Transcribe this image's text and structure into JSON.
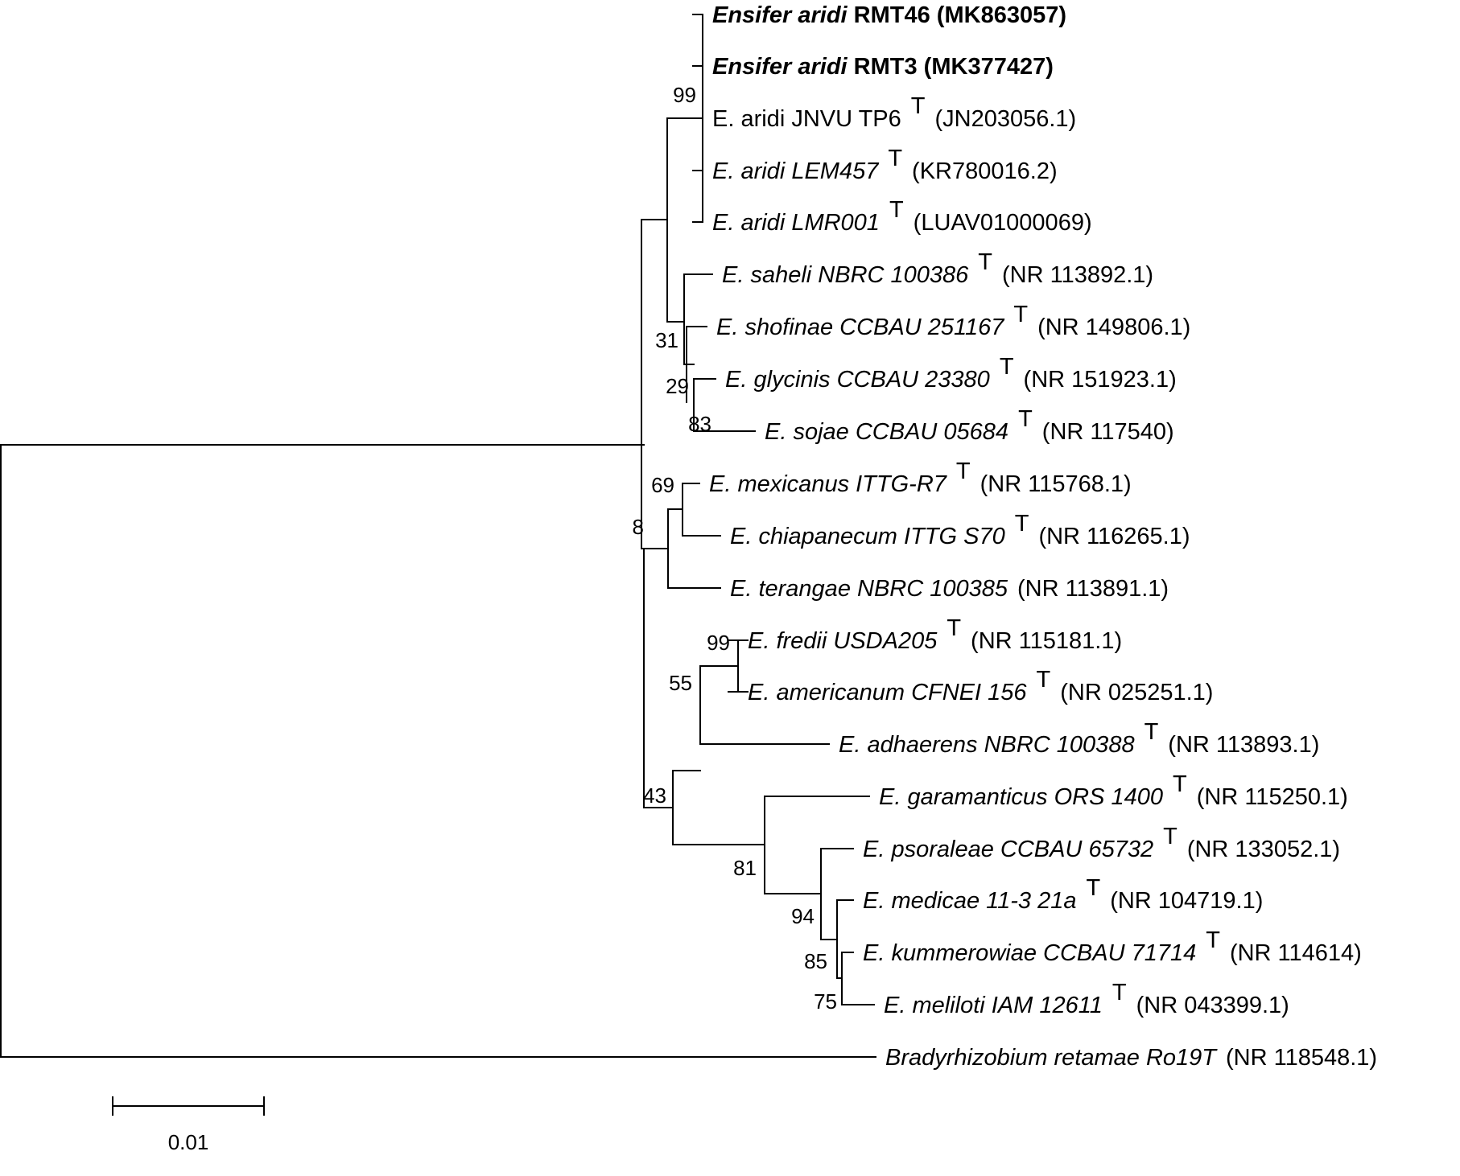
{
  "tree": {
    "leaves": [
      {
        "segments": [
          {
            "text": "Ensifer aridi",
            "italic": true,
            "bold": true
          },
          {
            "text": " RMT46 (MK863057)",
            "bold": true
          }
        ],
        "type_strain": false
      },
      {
        "segments": [
          {
            "text": "Ensifer aridi",
            "italic": true,
            "bold": true
          },
          {
            "text": " RMT3 (MK377427)",
            "bold": true
          }
        ],
        "type_strain": false
      },
      {
        "segments": [
          {
            "text": "E. aridi JNVU TP6"
          }
        ],
        "type_strain": true,
        "type_marker": "T",
        "accession": "(JN203056.1)"
      },
      {
        "segments": [
          {
            "text": "E. aridi LEM457",
            "italic": true
          }
        ],
        "type_strain": true,
        "type_marker": "T",
        "accession": "(KR780016.2)"
      },
      {
        "segments": [
          {
            "text": "E. aridi LMR001",
            "italic": true
          }
        ],
        "type_strain": true,
        "type_marker": "T",
        "accession": "(LUAV01000069)"
      },
      {
        "segments": [
          {
            "text": "E. saheli NBRC 100386",
            "italic": true
          }
        ],
        "type_strain": true,
        "type_marker": "T",
        "accession": "(NR 113892.1)"
      },
      {
        "segments": [
          {
            "text": "E. shofinae  CCBAU 251167",
            "italic": true
          }
        ],
        "type_strain": true,
        "type_marker": "T",
        "accession": "(NR 149806.1)"
      },
      {
        "segments": [
          {
            "text": "E. glycinis  CCBAU 23380",
            "italic": true
          }
        ],
        "type_strain": true,
        "type_marker": "T",
        "accession": "(NR 151923.1)"
      },
      {
        "segments": [
          {
            "text": "E. sojae CCBAU 05684",
            "italic": true
          }
        ],
        "type_strain": true,
        "type_marker": "T",
        "accession": "(NR 117540)"
      },
      {
        "segments": [
          {
            "text": "E. mexicanus ITTG-R7",
            "italic": true
          }
        ],
        "type_strain": true,
        "type_marker": "T",
        "accession": "(NR 115768.1)"
      },
      {
        "segments": [
          {
            "text": "E. chiapanecum ITTG S70",
            "italic": true
          }
        ],
        "type_strain": true,
        "type_marker": "T",
        "accession": "(NR 116265.1)"
      },
      {
        "segments": [
          {
            "text": "E. terangae NBRC 100385",
            "italic": true
          }
        ],
        "type_strain": false,
        "accession": "(NR 113891.1)"
      },
      {
        "segments": [
          {
            "text": "E. fredii  USDA205",
            "italic": true
          }
        ],
        "type_strain": true,
        "type_marker": "T",
        "accession": "(NR 115181.1)"
      },
      {
        "segments": [
          {
            "text": "E. americanum  CFNEI 156",
            "italic": true
          }
        ],
        "type_strain": true,
        "type_marker": "T",
        "accession": "(NR 025251.1)"
      },
      {
        "segments": [
          {
            "text": "E. adhaerens  NBRC 100388",
            "italic": true
          }
        ],
        "type_strain": true,
        "type_marker": "T",
        "accession": "(NR 113893.1)"
      },
      {
        "segments": [
          {
            "text": "E. garamanticus  ORS 1400",
            "italic": true
          }
        ],
        "type_strain": true,
        "type_marker": "T",
        "accession": "(NR 115250.1)"
      },
      {
        "segments": [
          {
            "text": "E. psoraleae  CCBAU 65732",
            "italic": true
          }
        ],
        "type_strain": true,
        "type_marker": "T",
        "accession": "(NR 133052.1)"
      },
      {
        "segments": [
          {
            "text": "E. medicae 11-3 21a",
            "italic": true
          }
        ],
        "type_strain": true,
        "type_marker": "T",
        "accession": "(NR 104719.1)"
      },
      {
        "segments": [
          {
            "text": "E. kummerowiae  CCBAU 71714",
            "italic": true
          }
        ],
        "type_strain": true,
        "type_marker": "T",
        "accession": "(NR 114614)"
      },
      {
        "segments": [
          {
            "text": "E. meliloti IAM 12611",
            "italic": true
          }
        ],
        "type_strain": true,
        "type_marker": "T",
        "accession": "(NR 043399.1)"
      },
      {
        "segments": [
          {
            "text": "Bradyrhizobium  retamae  Ro19T",
            "italic": true
          }
        ],
        "type_strain": false,
        "accession": "(NR 118548.1)"
      }
    ],
    "bootstrap_values": [
      "99",
      "31",
      "29",
      "83",
      "69",
      "8",
      "99",
      "55",
      "43",
      "81",
      "94",
      "85",
      "75"
    ],
    "scale_bar": {
      "value": 0.01,
      "label": "0.01"
    }
  }
}
